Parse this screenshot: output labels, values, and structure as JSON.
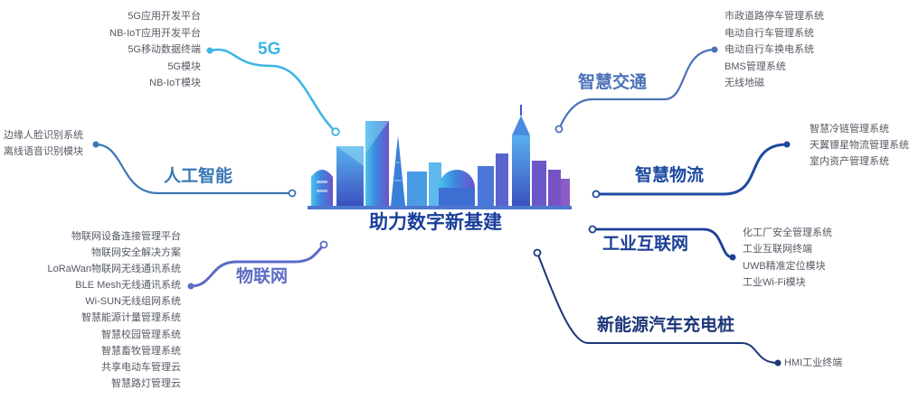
{
  "center_title": "助力数字新基建",
  "colors": {
    "5g": "#3cb4e5",
    "ai": "#3a78b5",
    "iot": "#5b6cc3",
    "traffic": "#4c72b8",
    "logistics": "#1c4aa0",
    "industrial": "#1c3f95",
    "ev": "#1c3678",
    "item_text": "#555a63"
  },
  "branches": {
    "5g": {
      "label": "5G",
      "items": [
        "5G应用开发平台",
        "NB-IoT应用开发平台",
        "5G移动数据终端",
        "5G模块",
        "NB-IoT模块"
      ]
    },
    "ai": {
      "label": "人工智能",
      "items": [
        "边缘人脸识别系统",
        "离线语音识别模块"
      ]
    },
    "iot": {
      "label": "物联网",
      "items": [
        "物联网设备连接管理平台",
        "物联网安全解决方案",
        "LoRaWan物联网无线通讯系统",
        "BLE Mesh无线通讯系统",
        "Wi-SUN无线组网系统",
        "智慧能源计量管理系统",
        "智慧校园管理系统",
        "智慧畜牧管理系统",
        "共享电动车管理云",
        "智慧路灯管理云"
      ]
    },
    "traffic": {
      "label": "智慧交通",
      "items": [
        "市政道路停车管理系统",
        "电动自行车管理系统",
        "电动自行车换电系统",
        "BMS管理系统",
        "无线地磁"
      ]
    },
    "logistics": {
      "label": "智慧物流",
      "items": [
        "智慧冷链管理系统",
        "天翼镖星物流管理系统",
        "室内资产管理系统"
      ]
    },
    "industrial": {
      "label": "工业互联网",
      "items": [
        "化工厂安全管理系统",
        "工业互联网终端",
        "UWB精准定位模块",
        "工业Wi-Fi模块"
      ]
    },
    "ev": {
      "label": "新能源汽车充电桩",
      "items": [
        "HMI工业终端"
      ]
    }
  }
}
